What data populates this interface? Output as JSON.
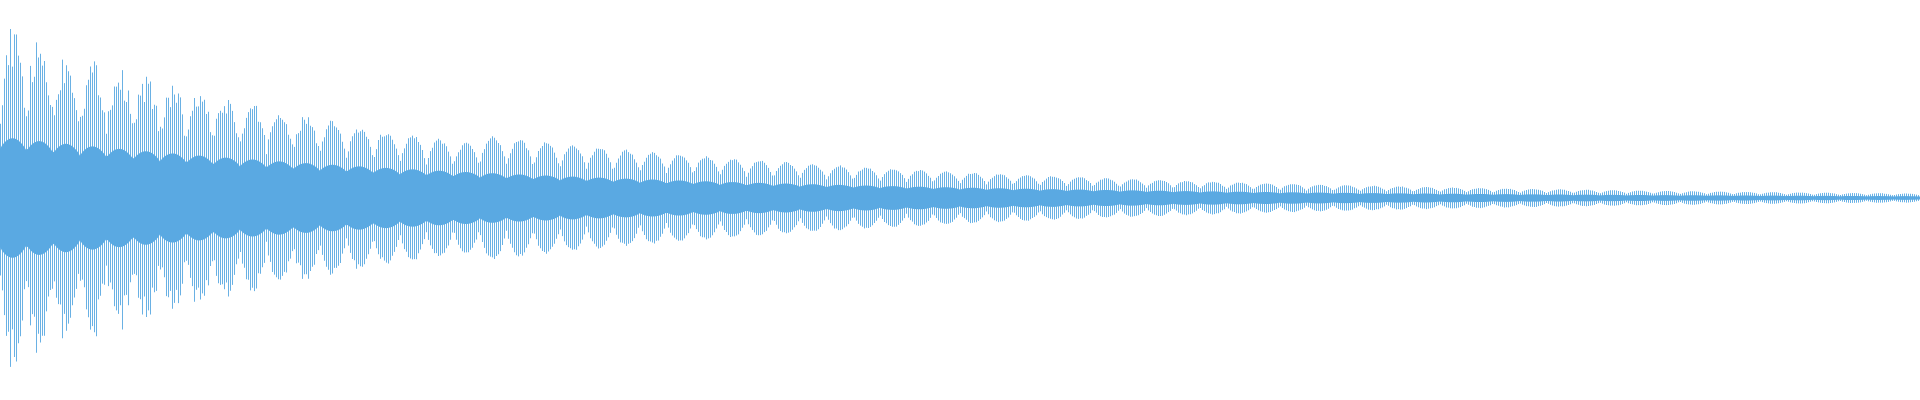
{
  "waveform": {
    "wave_color": "#5aa9e2",
    "background_color": "#ffffff",
    "envelope": {
      "start_amplitude": 0.85,
      "end_amplitude": 0.025,
      "decay": "exponential"
    },
    "beat_count": 72
  }
}
